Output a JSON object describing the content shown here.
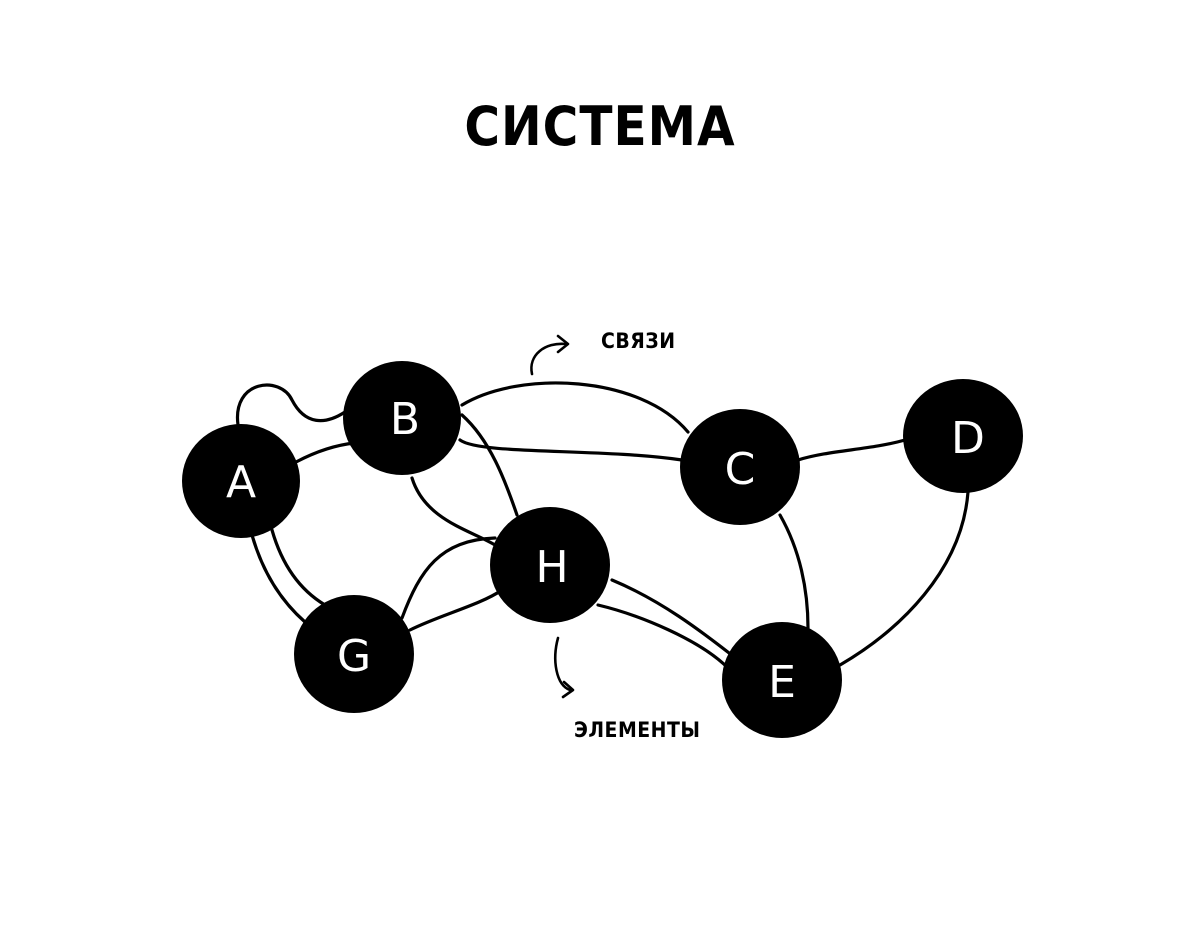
{
  "title": "СИСТЕМА",
  "annotations": {
    "links_label": "СВЯЗИ",
    "elements_label": "ЭЛЕМЕНТЫ"
  },
  "nodes": [
    {
      "id": "A",
      "label": "A"
    },
    {
      "id": "B",
      "label": "B"
    },
    {
      "id": "C",
      "label": "C"
    },
    {
      "id": "D",
      "label": "D"
    },
    {
      "id": "E",
      "label": "E"
    },
    {
      "id": "G",
      "label": "G"
    },
    {
      "id": "H",
      "label": "H"
    }
  ],
  "edges": [
    {
      "from": "A",
      "to": "B"
    },
    {
      "from": "A",
      "to": "B",
      "style": "loop"
    },
    {
      "from": "A",
      "to": "G"
    },
    {
      "from": "A",
      "to": "G"
    },
    {
      "from": "B",
      "to": "C"
    },
    {
      "from": "B",
      "to": "C"
    },
    {
      "from": "B",
      "to": "H"
    },
    {
      "from": "B",
      "to": "H"
    },
    {
      "from": "C",
      "to": "D"
    },
    {
      "from": "C",
      "to": "E"
    },
    {
      "from": "D",
      "to": "E"
    },
    {
      "from": "G",
      "to": "H"
    },
    {
      "from": "G",
      "to": "H"
    },
    {
      "from": "H",
      "to": "E"
    },
    {
      "from": "H",
      "to": "E"
    }
  ],
  "colors": {
    "node_fill": "#000000",
    "node_text": "#ffffff",
    "line": "#000000",
    "background": "#ffffff"
  }
}
